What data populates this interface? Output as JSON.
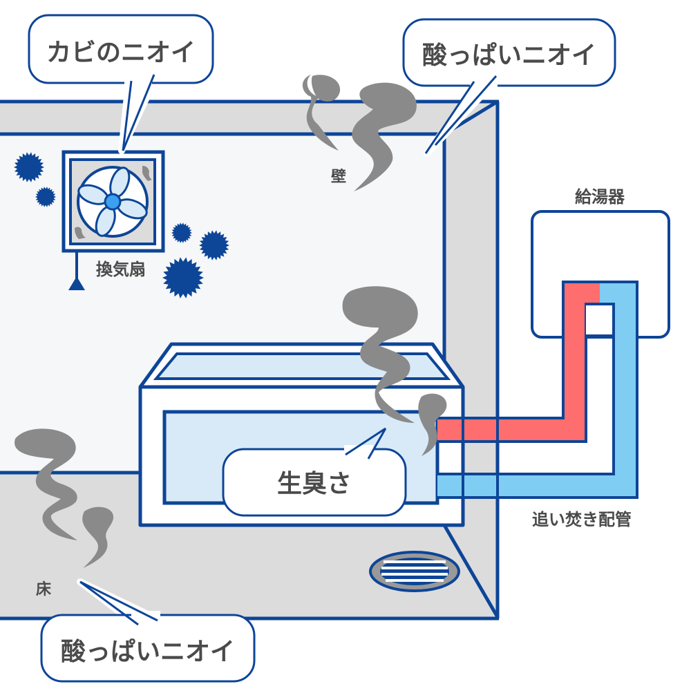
{
  "diagram": {
    "title": "Bathroom odor sources",
    "colors": {
      "outline": "#0d4597",
      "wall": "#f6f7f8",
      "wall_edge": "#dcdcdd",
      "floor": "#dcdcdd",
      "tub_inner": "#d8eaf8",
      "hot_pipe": "#ff6e6e",
      "cold_pipe": "#80cdf3",
      "smoke": "#8a8a8a",
      "mold": "#0d4597",
      "text": "#4a4a4a"
    },
    "callouts": {
      "mold_smell": "カビのニオイ",
      "sour_smell_wall": "酸っぱいニオイ",
      "raw_smell": "生臭さ",
      "sour_smell_floor": "酸っぱいニオイ"
    },
    "labels": {
      "wall": "壁",
      "fan": "換気扇",
      "water_heater": "給湯器",
      "reheat_pipe": "追い焚き配管",
      "floor": "床"
    },
    "icons": [
      "fan-icon",
      "mold-spore-icon",
      "smoke-icon",
      "drain-icon",
      "pull-cord-icon"
    ]
  }
}
